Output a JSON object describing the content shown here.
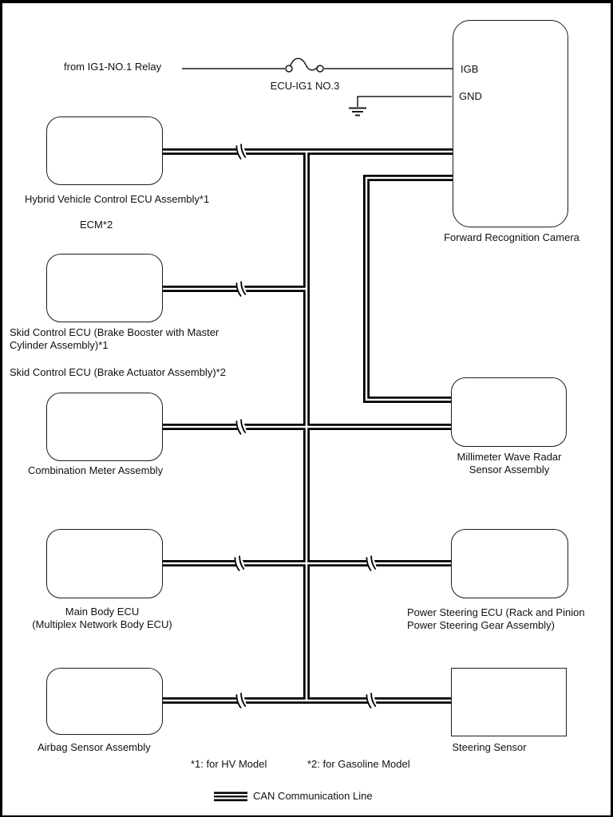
{
  "diagram": {
    "power": {
      "source_label": "from IG1-NO.1 Relay",
      "fuse_label": "ECU-IG1 NO.3"
    },
    "camera": {
      "title": "Forward Recognition Camera",
      "pin_igb": "IGB",
      "pin_gnd": "GND"
    },
    "nodes": {
      "hybrid": {
        "line1": "Hybrid Vehicle Control ECU Assembly*1",
        "line2": "ECM*2"
      },
      "skid": {
        "line1": "Skid Control ECU (Brake Booster with Master",
        "line2": "Cylinder Assembly)*1",
        "line3": "Skid Control ECU (Brake Actuator Assembly)*2"
      },
      "combination": {
        "line1": "Combination Meter Assembly"
      },
      "main_body": {
        "line1": "Main Body ECU",
        "line2": "(Multiplex Network Body ECU)"
      },
      "airbag": {
        "line1": "Airbag Sensor Assembly"
      },
      "radar": {
        "line1": "Millimeter Wave Radar",
        "line2": "Sensor Assembly"
      },
      "power_steering": {
        "line1": "Power Steering ECU (Rack and Pinion",
        "line2": "Power Steering Gear Assembly)"
      },
      "steering_sensor": {
        "line1": "Steering Sensor"
      }
    },
    "footnotes": {
      "hv": "*1: for HV Model",
      "gasoline": "*2: for Gasoline Model"
    },
    "legend": {
      "can_label": "CAN Communication Line"
    },
    "colors": {
      "ink": "#000000",
      "paper": "#ffffff"
    }
  }
}
